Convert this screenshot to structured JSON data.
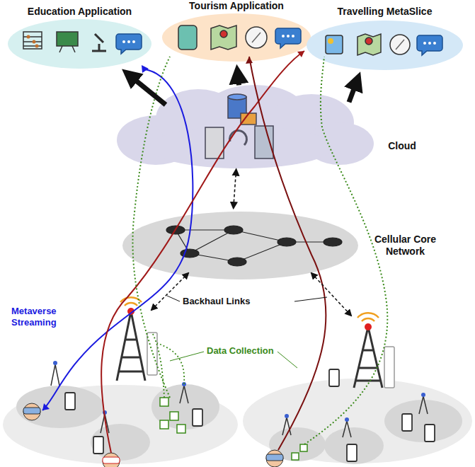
{
  "diagram": {
    "nodes": [
      {
        "text": [
          "Education Application"
        ]
      },
      {
        "text": [
          "Tourism Application"
        ]
      },
      {
        "text": [
          "Travelling MetaSlice"
        ]
      },
      {
        "text": [
          "Cloud"
        ]
      },
      {
        "text": [
          "Cellular Core Network"
        ]
      }
    ],
    "edges": [
      {
        "from": 3,
        "to": 0,
        "arrow": "to"
      },
      {
        "from": 3,
        "to": 1,
        "arrow": "to"
      },
      {
        "from": 3,
        "to": 2,
        "arrow": "to"
      },
      {
        "from": 3,
        "to": 4,
        "arrow": "both"
      }
    ],
    "labels": [
      "Backhaul Links",
      "Metaverse Streaming",
      "Data Collection"
    ]
  }
}
